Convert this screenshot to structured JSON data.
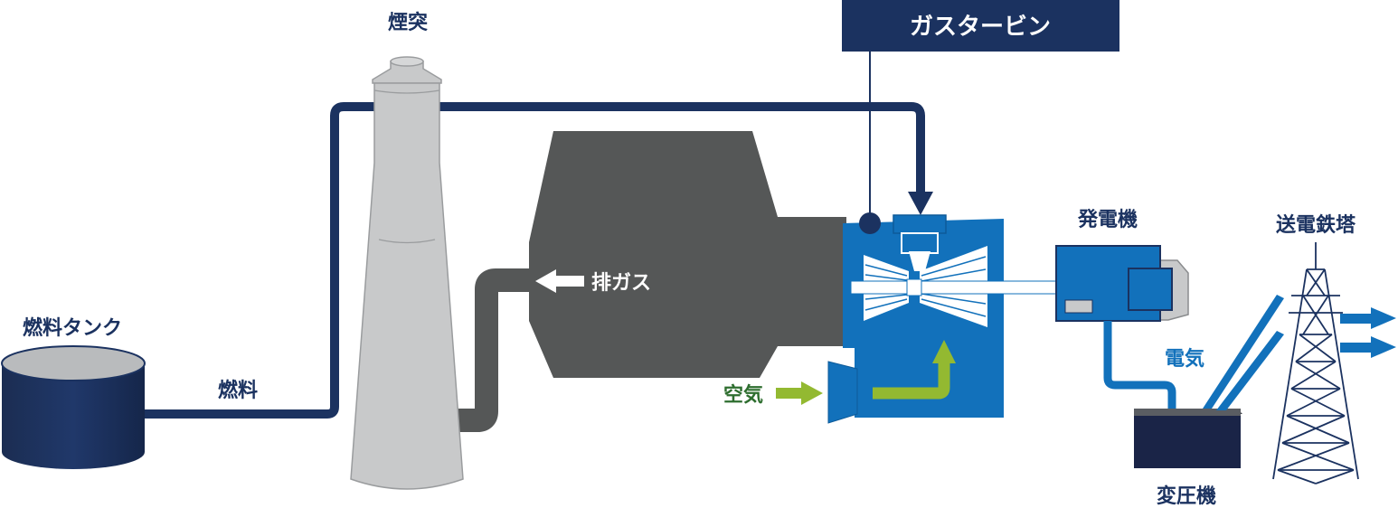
{
  "labels": {
    "gas_turbine": "ガスタービン",
    "chimney": "煙突",
    "fuel_tank": "燃料タンク",
    "fuel": "燃料",
    "exhaust_gas": "排ガス",
    "air": "空気",
    "generator": "発電機",
    "electricity": "電気",
    "transformer": "変圧機",
    "transmission_tower": "送電鉄塔"
  },
  "colors": {
    "navy": "#1b3260",
    "blue": "#1271bb",
    "dark_gray": "#555757",
    "light_gray": "#c8c9ca",
    "green": "#93b931",
    "air_text_green": "#2e6e2f",
    "elec_text_blue": "#1271bb"
  }
}
